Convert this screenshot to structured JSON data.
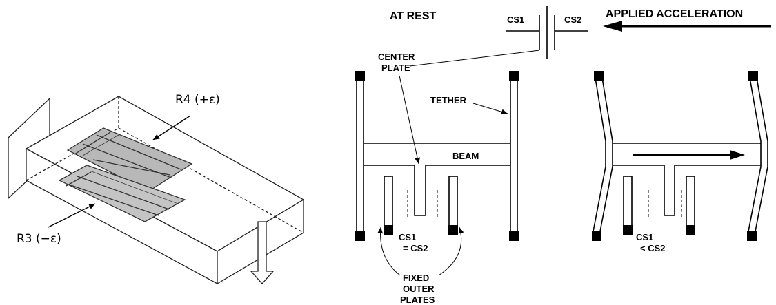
{
  "strain_gauge": {
    "r4_label": "R4 (+ε)",
    "r3_label": "R3 (−ε)"
  },
  "accelerometer": {
    "at_rest_label": "AT REST",
    "applied_acceleration_label": "APPLIED ACCELERATION",
    "cs1_label": "CS1",
    "cs2_label": "CS2",
    "center_plate_line1": "CENTER",
    "center_plate_line2": "PLATE",
    "tether_label": "TETHER",
    "beam_label": "BEAM",
    "rest_relation_line1": "CS1",
    "rest_relation_line2": "= CS2",
    "accel_relation_line1": "CS1",
    "accel_relation_line2": "< CS2",
    "fixed_outer_line1": "FIXED",
    "fixed_outer_line2": "OUTER",
    "fixed_outer_line3": "PLATES"
  }
}
